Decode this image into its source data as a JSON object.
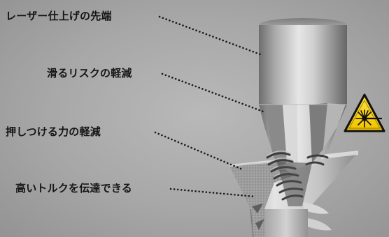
{
  "callouts": [
    {
      "id": "laser-tip",
      "label": "レーザー仕上げの先端"
    },
    {
      "id": "slip-risk",
      "label": "滑るリスクの軽減"
    },
    {
      "id": "push-force",
      "label": "押しつける力の軽減"
    },
    {
      "id": "high-torque",
      "label": "高いトルクを伝達できる"
    }
  ],
  "icons": {
    "laser_warning": {
      "name": "laser-warning-icon",
      "fill": "#f7d417",
      "stroke": "#111111"
    }
  },
  "colors": {
    "background": "#a7a7a7",
    "text": "#151515",
    "leader_dots": "#1a1a1a",
    "metal_light": "#e2e2e2",
    "metal_dark": "#6e6e6e"
  }
}
